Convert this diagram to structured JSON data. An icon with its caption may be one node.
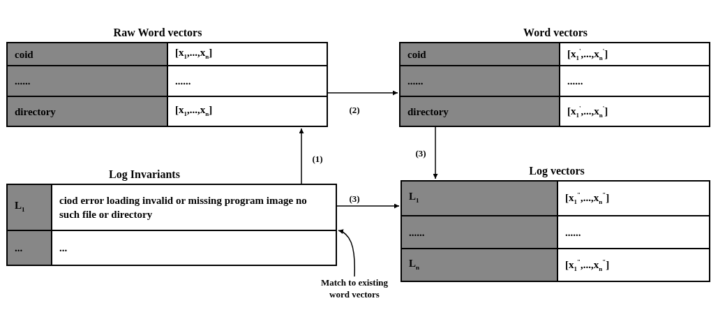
{
  "diagram": {
    "nodes": [
      {
        "text": [
          "Raw Word vectors",
          "coid",
          "[x$_{1}$,...,x$_{n}$]",
          "......",
          "......",
          "directory",
          "[x$_{1}$,...,x$_{n}$]"
        ]
      },
      {
        "text": [
          "Word vectors",
          "coid",
          "[x$_{1}$$^{'}$,...,x$_{n}$$^{'}$]",
          "......",
          "......",
          "directory",
          "[x$_{1}$$^{'}$,...,x$_{n}$$^{'}$]"
        ]
      },
      {
        "text": [
          "Log Invariants",
          "L$_{1}$",
          "ciod error loading invalid or missing program image no such file or directory",
          "...",
          "..."
        ]
      },
      {
        "text": [
          "Log vectors",
          "L$_{1}$",
          "[x$_{1}$$^{\"}$,...,x$_{n}$$^{\"}$]",
          "......",
          "......",
          "L$_{n}$",
          "[x$_{1}$$^{\"}$,...,x$_{n}$$^{\"}$]"
        ]
      },
      {
        "text": [
          "Match to existing word vectors"
        ]
      }
    ],
    "edges": [
      {
        "from": 2,
        "to": 0,
        "arrow": "to",
        "label": "(1)"
      },
      {
        "from": 0,
        "to": 1,
        "arrow": "to",
        "label": "(2)"
      },
      {
        "from": 1,
        "to": 3,
        "arrow": "to",
        "label": "(3)"
      },
      {
        "from": 2,
        "to": 3,
        "arrow": "to",
        "label": "(3)"
      },
      {
        "from": 4,
        "to": 2,
        "arrow": "to"
      }
    ]
  }
}
